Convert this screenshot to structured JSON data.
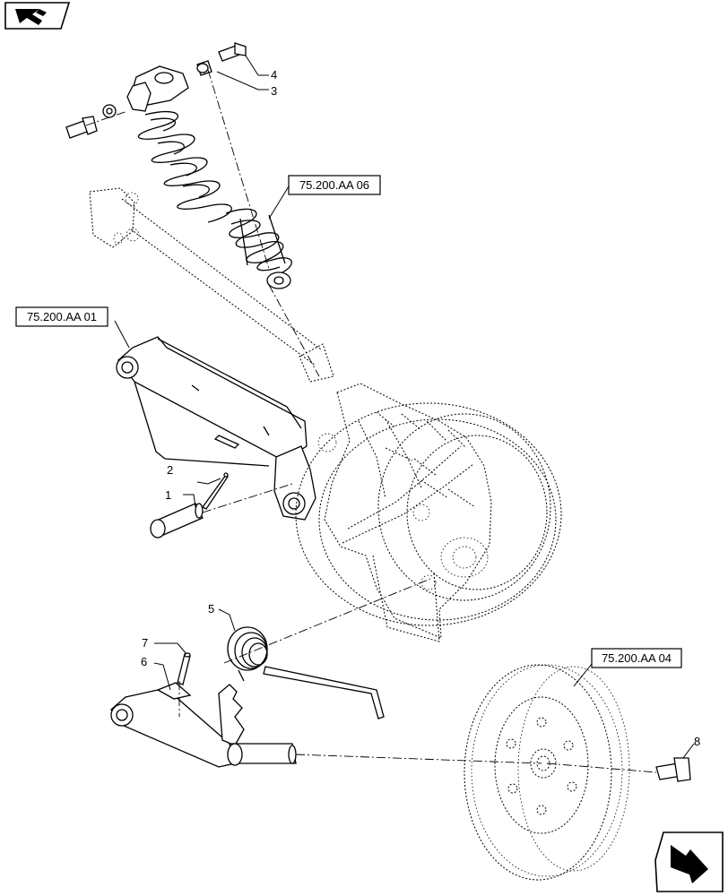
{
  "callouts": [
    {
      "id": "1",
      "label": "1"
    },
    {
      "id": "2",
      "label": "2"
    },
    {
      "id": "3",
      "label": "3"
    },
    {
      "id": "4",
      "label": "4"
    },
    {
      "id": "5",
      "label": "5"
    },
    {
      "id": "6",
      "label": "6"
    },
    {
      "id": "7",
      "label": "7"
    },
    {
      "id": "8",
      "label": "8"
    }
  ],
  "references": [
    {
      "id": "spring-ref",
      "label": "75.200.AA 06"
    },
    {
      "id": "arm-ref",
      "label": "75.200.AA 01"
    },
    {
      "id": "wheel-ref",
      "label": "75.200.AA 04"
    }
  ],
  "navigation": {
    "previous_icon": "back-arrow-icon",
    "next_icon": "forward-arrow-icon"
  }
}
